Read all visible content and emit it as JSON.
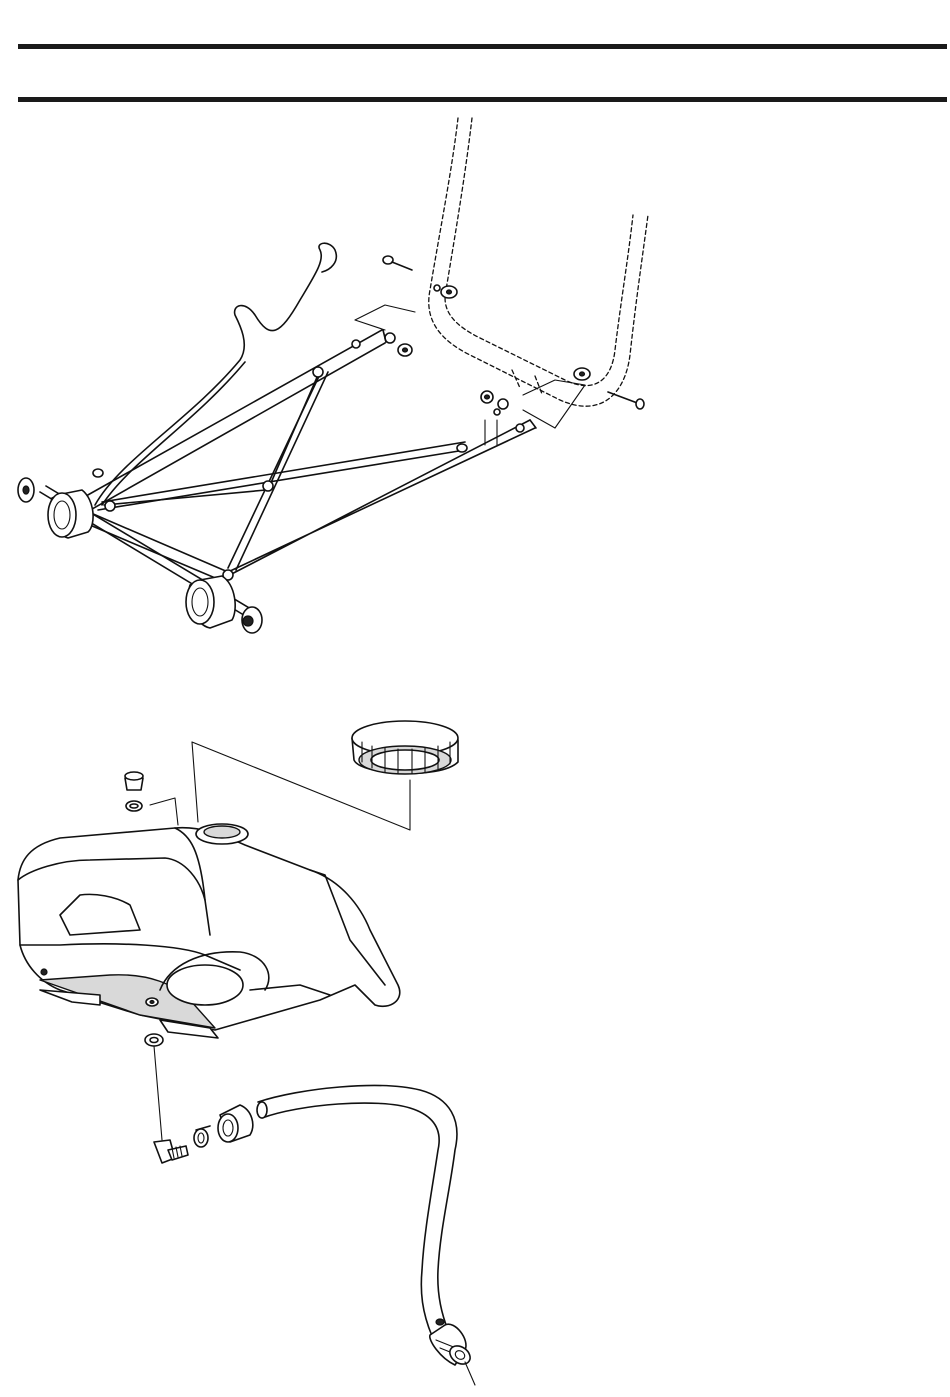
{
  "header": {
    "rules": 2
  },
  "figures": [
    {
      "name": "rear-tow-frame-assembly",
      "icons": [
        "wheel-icon",
        "axle-icon",
        "bolt-icon",
        "washer-icon",
        "nut-icon",
        "hitch-pin-icon",
        "frame-bar-icon"
      ]
    },
    {
      "name": "fuel-tank-assembly",
      "icons": [
        "fuel-cap-icon",
        "vent-plug-icon",
        "tank-icon",
        "fitting-icon",
        "hose-clamp-icon",
        "fuel-hose-icon",
        "filter-icon"
      ]
    }
  ]
}
